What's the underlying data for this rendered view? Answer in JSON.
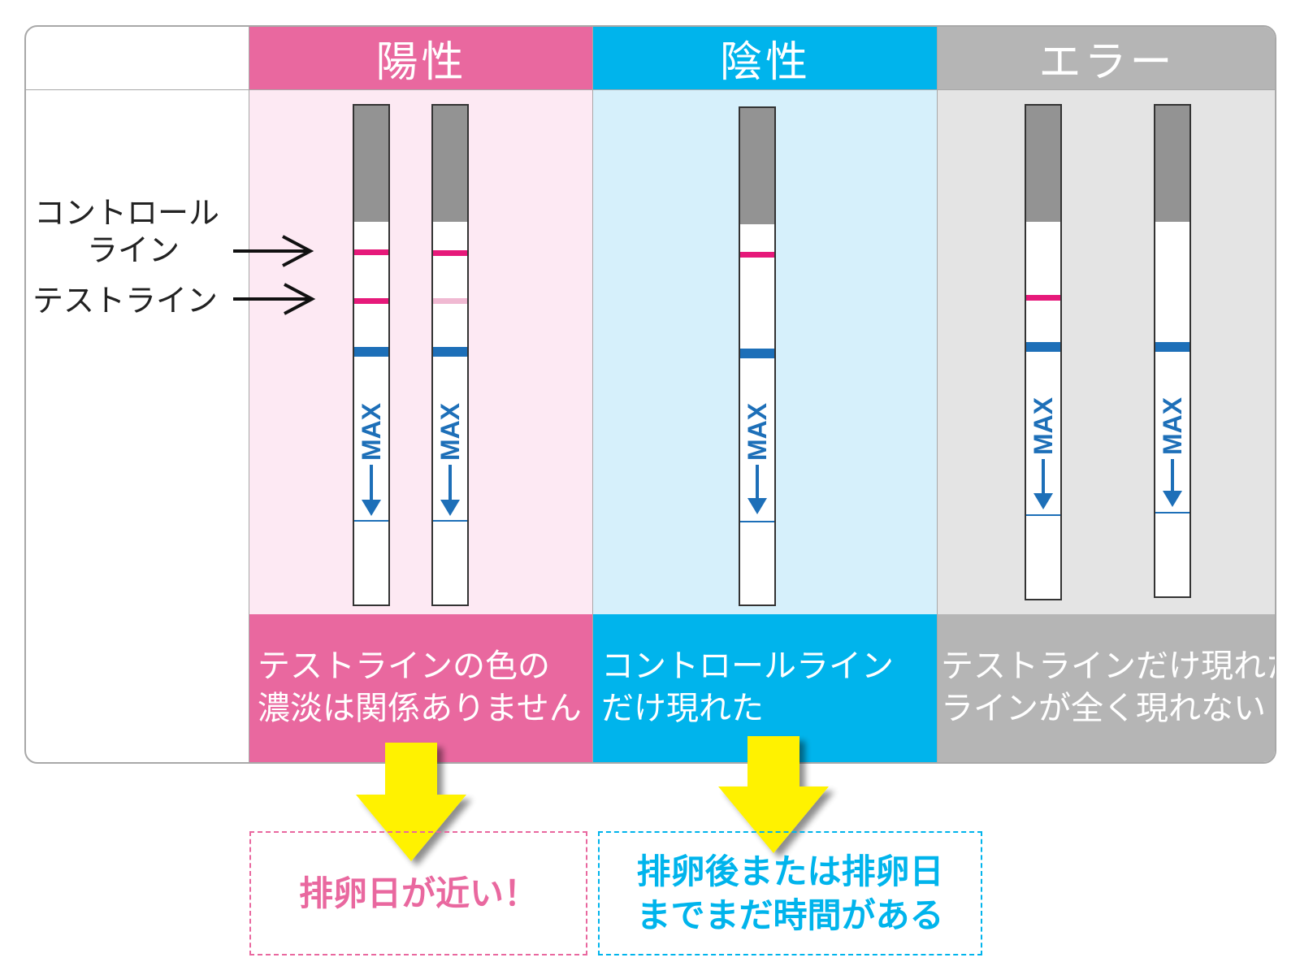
{
  "columns": {
    "positive": {
      "title": "陽性",
      "note_line1": "テストラインの色の",
      "note_line2": "濃淡は関係ありません",
      "color": "#e9689f"
    },
    "negative": {
      "title": "陰性",
      "note_line1": "コントロールライン",
      "note_line2": "だけ現れた",
      "color": "#00b4ec"
    },
    "error": {
      "title": "エラー",
      "note_line1": "テストラインだけ現れた",
      "note_line2": "ラインが全く現れない",
      "color": "#b5b5b5"
    }
  },
  "labels": {
    "control_line_1": "コントロール",
    "control_line_2": "ライン",
    "test_line": "テストライン"
  },
  "strip_text": "MAX",
  "results": {
    "positive_line1": "排卵日が近い！",
    "negative_line1": "排卵後または排卵日",
    "negative_line2": "までまだ時間がある"
  },
  "strips": [
    {
      "column": "positive",
      "control_line": "strong",
      "test_line": "strong"
    },
    {
      "column": "positive",
      "control_line": "strong",
      "test_line": "faint"
    },
    {
      "column": "negative",
      "control_line": "strong",
      "test_line": "none"
    },
    {
      "column": "error",
      "control_line": "none",
      "test_line": "strong"
    },
    {
      "column": "error",
      "control_line": "none",
      "test_line": "none"
    }
  ]
}
